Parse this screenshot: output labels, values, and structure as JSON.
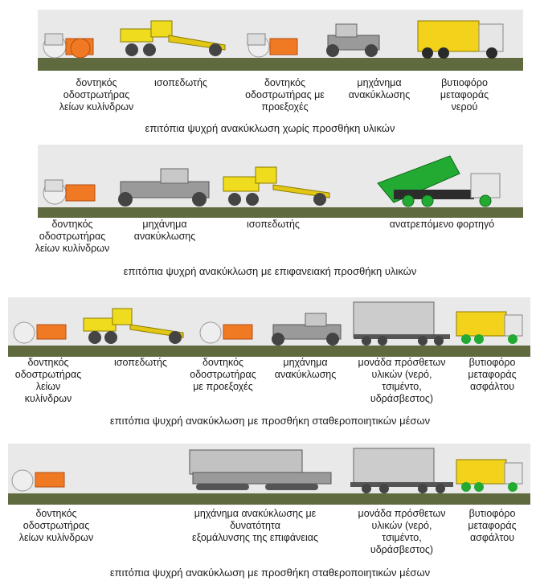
{
  "colors": {
    "sky": "#e9e9e9",
    "ground": "#5f6a3f",
    "grader_yellow": "#f0dc1e",
    "roller_orange": "#f07a24",
    "truck_green": "#22aa33",
    "tank_yellow": "#f3d21c",
    "machine_grey": "#9a9a9a"
  },
  "panels": [
    {
      "labels": [
        "δοντηκός\nοδοστρωτήρας\nλείων κυλίνδρων",
        "ισοπεδωτής",
        "δοντηκός\nοδοστρωτήρας με\nπροεξοχές",
        "μηχάνημα\nανακύκλωσης",
        "βυτιοφόρο\nμεταφοράς\nνερού"
      ],
      "caption": "επιτόπια ψυχρή ανακύκλωση χωρίς προσθήκη υλικών"
    },
    {
      "labels": [
        "δοντηκός\nοδοστρωτήρας\nλείων κυλίνδρων",
        "μηχάνημα\nανακύκλωσης",
        "ισοπεδωτής",
        "ανατρεπόμενο φορτηγό"
      ],
      "caption": "επιτόπια ψυχρή ανακύκλωση με επιφανειακή προσθήκη υλικών"
    },
    {
      "labels": [
        "δοντηκός\nοδοστρωτήρας\nλείων\nκυλίνδρων",
        "ισοπεδωτής",
        "δοντηκός\nοδοστρωτήρας\nμε προεξοχές",
        "μηχάνημα\nανακύκλωσης",
        "μονάδα πρόσθετων\nυλικών (νερό,\nτσιμέντο,\nυδράσβεστος)",
        "βυτιοφόρο\nμεταφοράς\nασφάλτου"
      ],
      "caption": "επιτόπια ψυχρή ανακύκλωση με προσθήκη σταθεροποιητικών μέσων"
    },
    {
      "labels": [
        "δοντηκός\nοδοστρωτήρας\nλείων κυλίνδρων",
        "μηχάνημα ανακύκλωσης με\nδυνατότητα\nεξομάλυνσης της επιφάνειας",
        "μονάδα πρόσθετων\nυλικών (νερό,\nτσιμέντο,\nυδράσβεστος)",
        "βυτιοφόρο\nμεταφοράς\nασφάλτου"
      ],
      "caption": "επιτόπια ψυχρή ανακύκλωση με προσθήκη σταθεροποιητικών μέσων"
    }
  ]
}
